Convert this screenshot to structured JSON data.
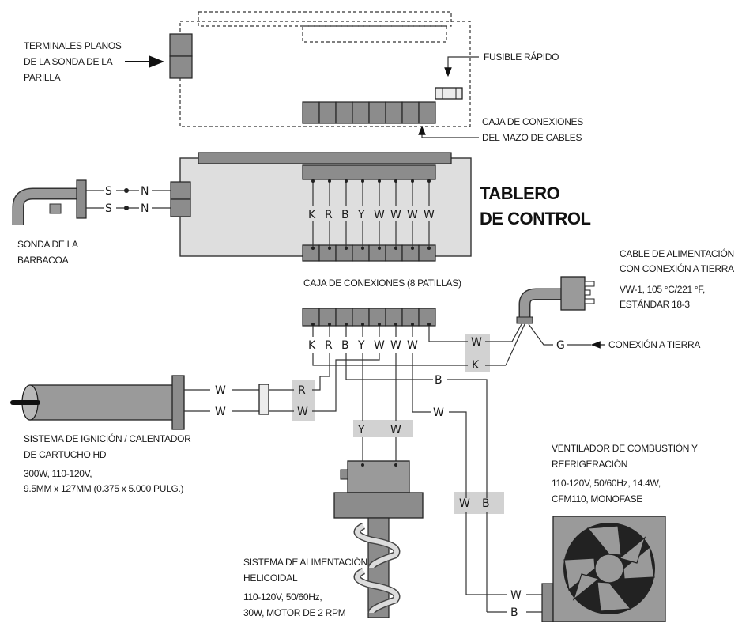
{
  "labels": {
    "flat_terminals": [
      "TERMINALES PLANOS",
      "DE LA SONDA DE LA",
      "PARILLA"
    ],
    "fast_fuse": "FUSIBLE RÁPIDO",
    "harness_box": [
      "CAJA DE CONEXIONES",
      "DEL MAZO DE CABLES"
    ],
    "control_board": [
      "TABLERO",
      "DE CONTROL"
    ],
    "bbq_probe": [
      "SONDA DE LA",
      "BARBACOA"
    ],
    "connector_box": "CAJA DE CONEXIONES (8 PATILLAS)",
    "power_cable": [
      "CABLE DE ALIMENTACIÓN",
      "CON CONEXIÓN A TIERRA",
      "VW-1, 105 °C/221 °F,",
      "ESTÁNDAR 18-3"
    ],
    "ground": "CONEXIÓN A TIERRA",
    "ignition": [
      "SISTEMA DE IGNICIÓN / CALENTADOR",
      "DE CARTUCHO HD",
      "300W, 110-120V,",
      "9.5MM x 127MM (0.375 x 5.000 PULG.)"
    ],
    "fan": [
      "VENTILADOR DE COMBUSTIÓN Y",
      "REFRIGERACIÓN",
      "110-120V, 50/60Hz, 14.4W,",
      "CFM110, MONOFASE"
    ],
    "auger": [
      "SISTEMA DE ALIMENTACIÓN",
      "HELICOIDAL",
      "110-120V, 50/60Hz,",
      "30W, MOTOR DE 2 RPM"
    ]
  },
  "wires": {
    "pins": [
      "K",
      "R",
      "B",
      "Y",
      "W",
      "W",
      "W",
      "W"
    ],
    "probe_s": "S",
    "probe_n": "N",
    "power_w": "W",
    "power_k": "K",
    "ground_g": "G",
    "ign_w": "W",
    "ign_r": "R",
    "ign_w2": "W",
    "motor_y": "Y",
    "motor_w": "W",
    "blue_b": "B",
    "white_w": "W",
    "fan_w": "W",
    "fan_b": "B"
  }
}
